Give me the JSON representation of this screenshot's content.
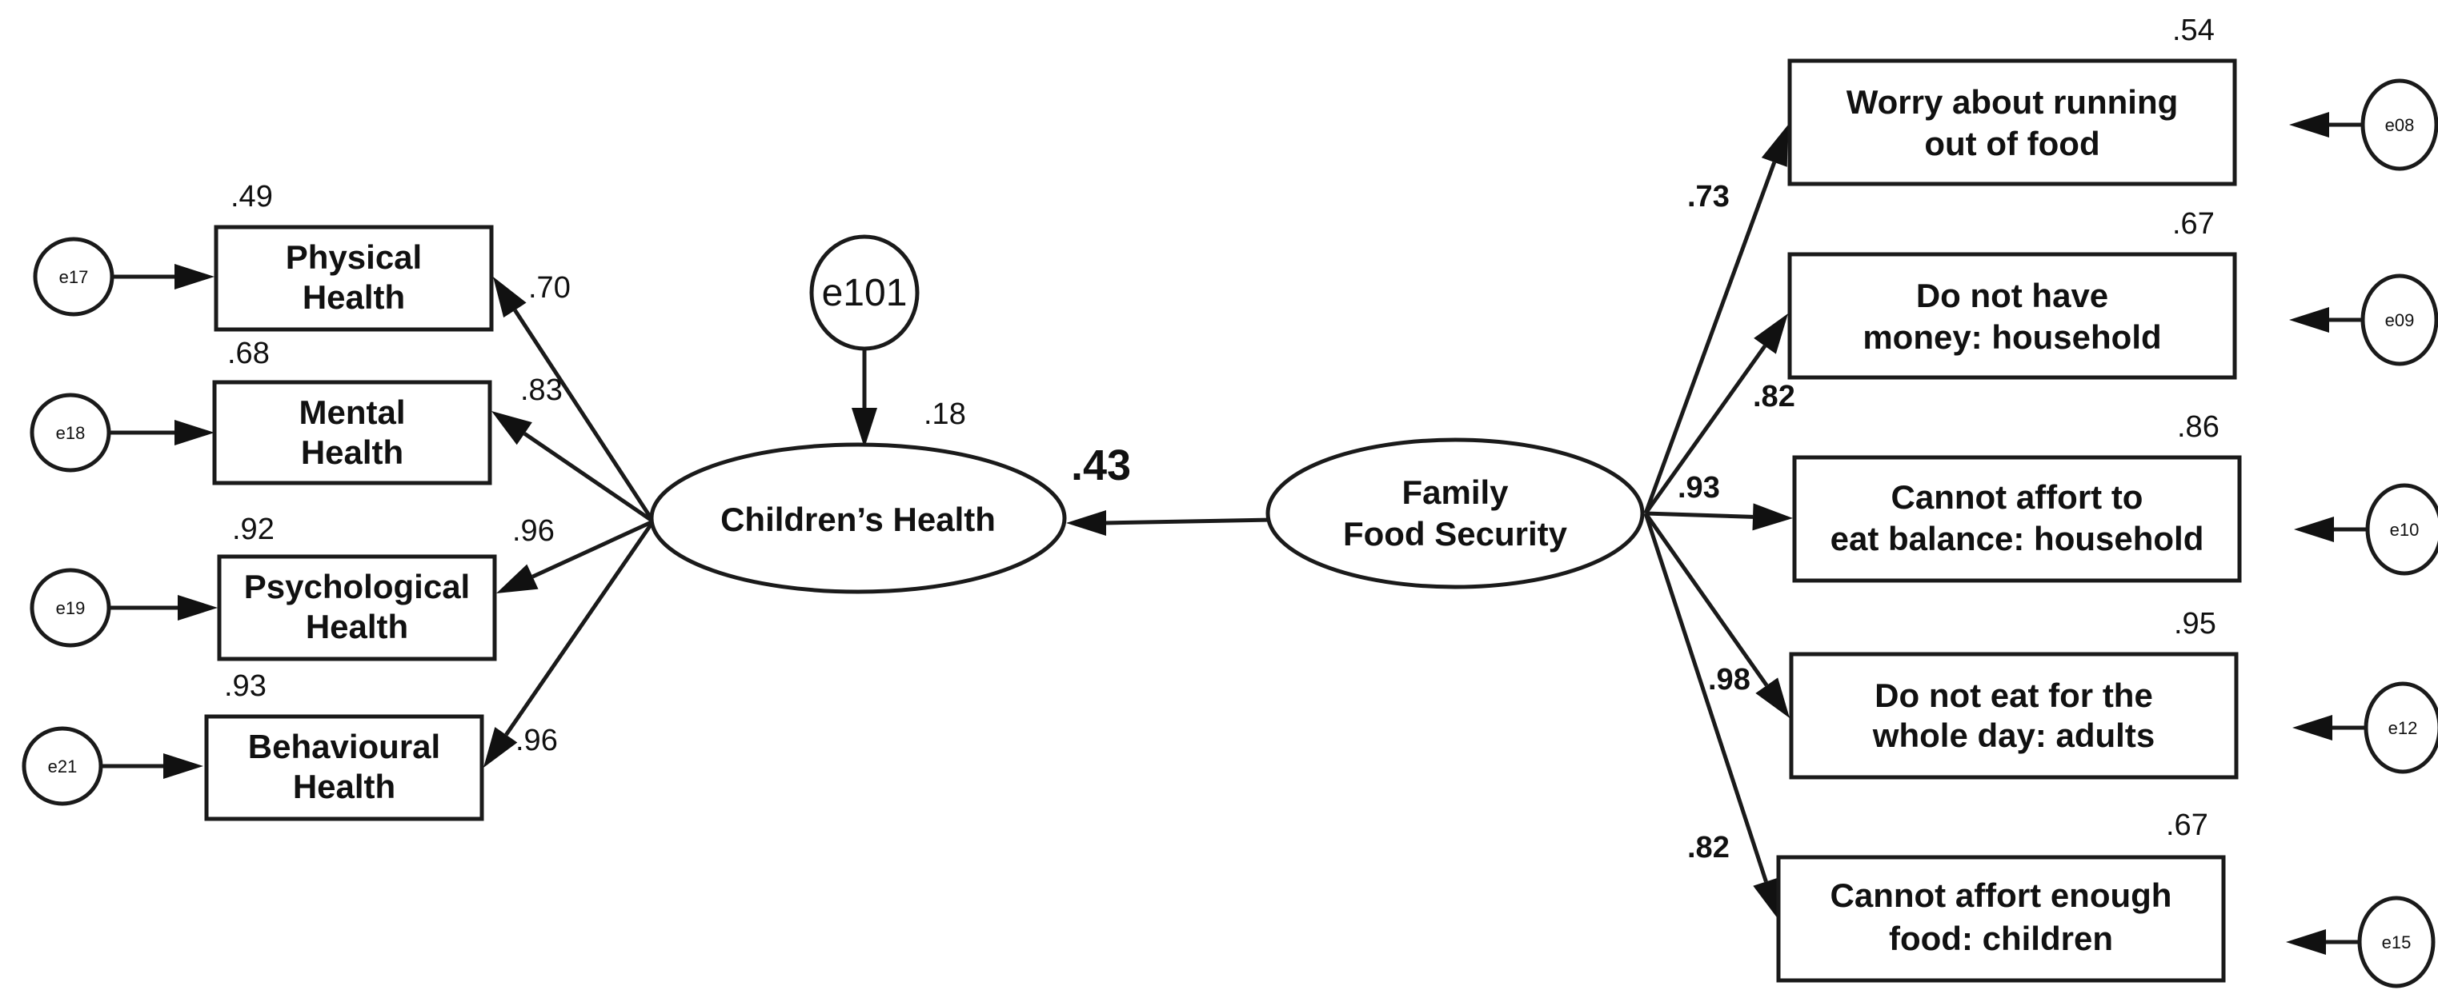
{
  "latents": {
    "children_health": {
      "label": "Children’s Health",
      "r2": ".18",
      "error": "e101"
    },
    "food_security": {
      "label": [
        "Family",
        "Food Security"
      ]
    }
  },
  "structural_path": {
    "from": "Family Food Security",
    "to": "Children’s Health",
    "coef": ".43"
  },
  "left_indicators": [
    {
      "label": [
        "Physical",
        "Health"
      ],
      "error": "e17",
      "r2": ".49",
      "loading": ".70"
    },
    {
      "label": [
        "Mental",
        "Health"
      ],
      "error": "e18",
      "r2": ".68",
      "loading": ".83"
    },
    {
      "label": [
        "Psychological",
        "Health"
      ],
      "error": "e19",
      "r2": ".92",
      "loading": ".96"
    },
    {
      "label": [
        "Behavioural",
        "Health"
      ],
      "error": "e21",
      "r2": ".93",
      "loading": ".96"
    }
  ],
  "right_indicators": [
    {
      "label": [
        "Worry about running",
        "out of food"
      ],
      "error": "e08",
      "r2": ".54",
      "loading": ".73"
    },
    {
      "label": [
        "Do not have",
        "money: household"
      ],
      "error": "e09",
      "r2": ".67",
      "loading": ".82"
    },
    {
      "label": [
        "Cannot affort to",
        "eat balance: household"
      ],
      "error": "e10",
      "r2": ".86",
      "loading": ".93"
    },
    {
      "label": [
        "Do not eat for the",
        "whole day: adults"
      ],
      "error": "e12",
      "r2": ".95",
      "loading": ".98"
    },
    {
      "label": [
        "Cannot affort enough",
        "food: children"
      ],
      "error": "e15",
      "r2": ".67",
      "loading": ".82"
    }
  ],
  "colors": {
    "stroke": "#1a1a1a",
    "text": "#111111",
    "background": "#ffffff"
  }
}
